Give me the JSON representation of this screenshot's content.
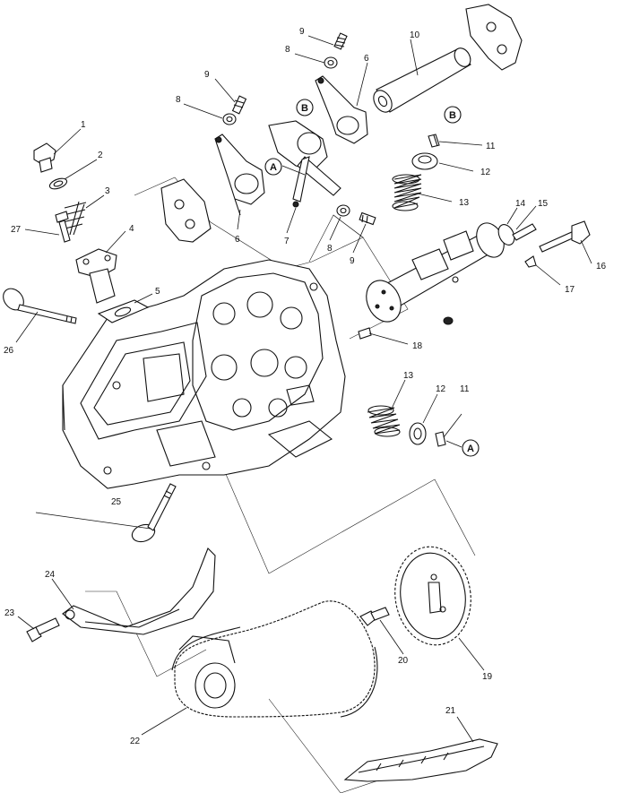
{
  "callouts": {
    "c1": "1",
    "c2": "2",
    "c3": "3",
    "c4": "4",
    "c5": "5",
    "c6a": "6",
    "c6b": "6",
    "c7": "7",
    "c8a": "8",
    "c8b": "8",
    "c8c": "8",
    "c9a": "9",
    "c9b": "9",
    "c9c": "9",
    "c10": "10",
    "c11a": "11",
    "c11b": "11",
    "c12a": "12",
    "c12b": "12",
    "c13a": "13",
    "c13b": "13",
    "c14": "14",
    "c15": "15",
    "c16": "16",
    "c17": "17",
    "c18": "18",
    "c19": "19",
    "c20": "20",
    "c21": "21",
    "c22": "22",
    "c23": "23",
    "c24": "24",
    "c25": "25",
    "c26": "26",
    "c27": "27"
  },
  "reference_marks": {
    "a1": "A",
    "a2": "A",
    "b1": "B",
    "b2": "B"
  }
}
